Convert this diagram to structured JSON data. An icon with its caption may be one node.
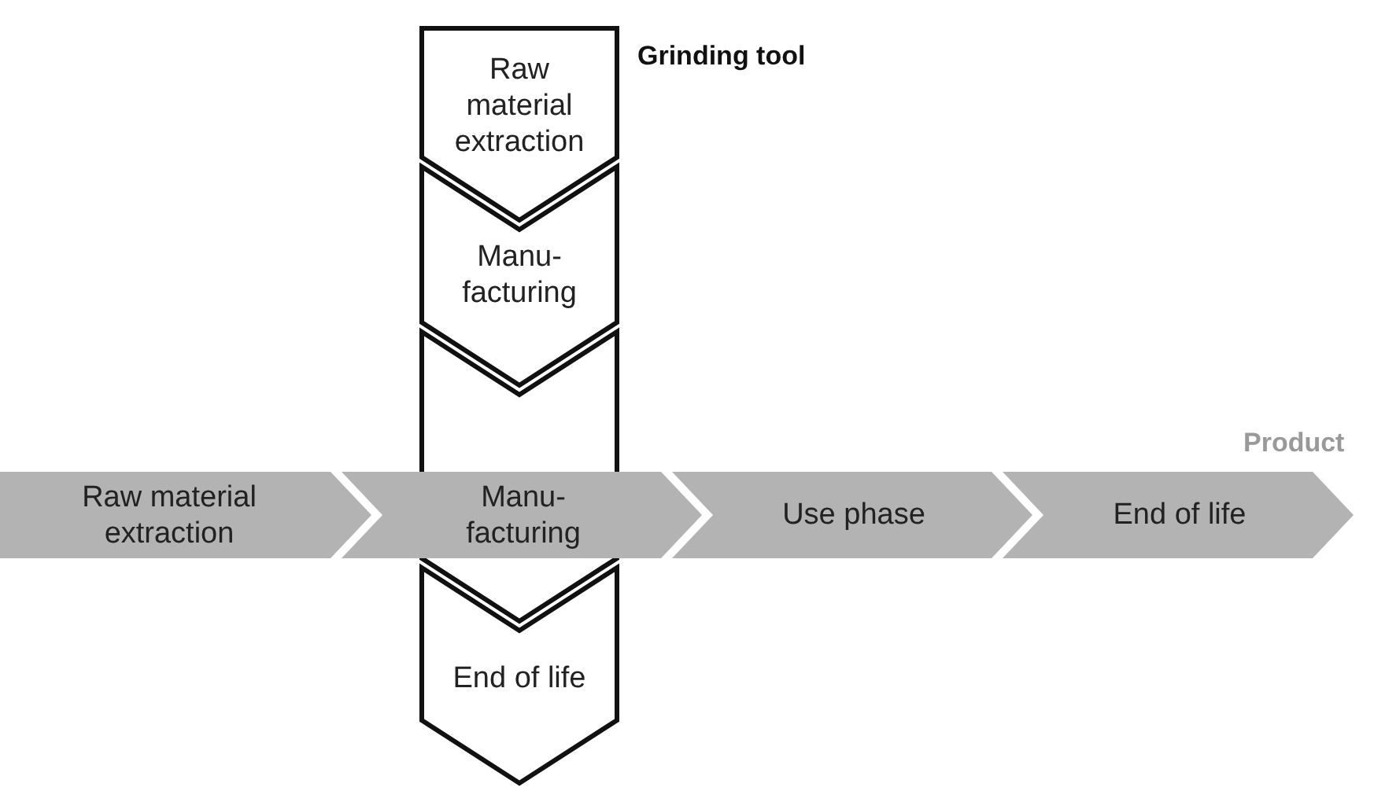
{
  "diagram": {
    "nodes": [
      {
        "text": [
          "Raw material extraction"
        ]
      },
      {
        "text": [
          "Manu- facturing"
        ]
      },
      {
        "text": [],
        "shape": "chevron"
      },
      {
        "text": [
          "End of life"
        ]
      },
      {
        "text": [
          "Raw material extraction"
        ]
      },
      {
        "text": [
          "Manu- facturing"
        ]
      },
      {
        "text": [
          "Use phase"
        ]
      },
      {
        "text": [
          "End of life"
        ]
      }
    ],
    "labels": [
      "Grinding tool",
      "Product"
    ]
  }
}
